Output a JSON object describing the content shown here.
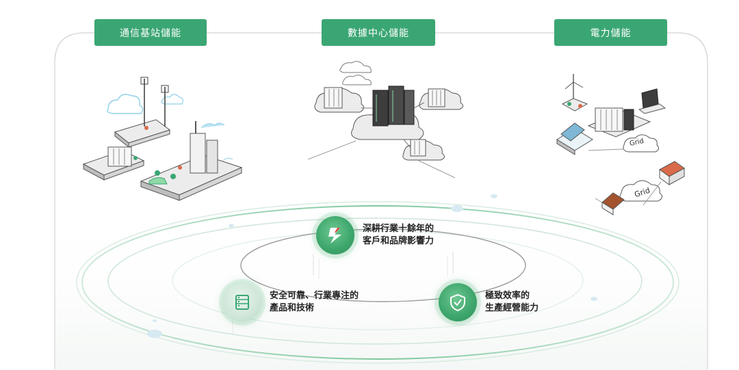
{
  "categories": [
    {
      "label": "通信基站儲能",
      "icon": "telecom-tower-icon"
    },
    {
      "label": "數據中心儲能",
      "icon": "data-center-server-icon"
    },
    {
      "label": "電力儲能",
      "icon": "power-grid-icon"
    }
  ],
  "features": [
    {
      "line1": "深耕行業十餘年的",
      "line2": "客戶和品牌影響力",
      "icon": "lightning-bolt-icon"
    },
    {
      "line1": "安全可靠、行業專注的",
      "line2": "產品和技術",
      "icon": "server-rack-icon"
    },
    {
      "line1": "極致效率的",
      "line2": "生產經營能力",
      "icon": "shield-check-icon"
    }
  ],
  "grid_labels": [
    "Grid",
    "Grid"
  ],
  "colors": {
    "accent": "#3aa673",
    "ring": "#8fd1ad",
    "frame": "#c8c8c8",
    "text": "#222222"
  }
}
